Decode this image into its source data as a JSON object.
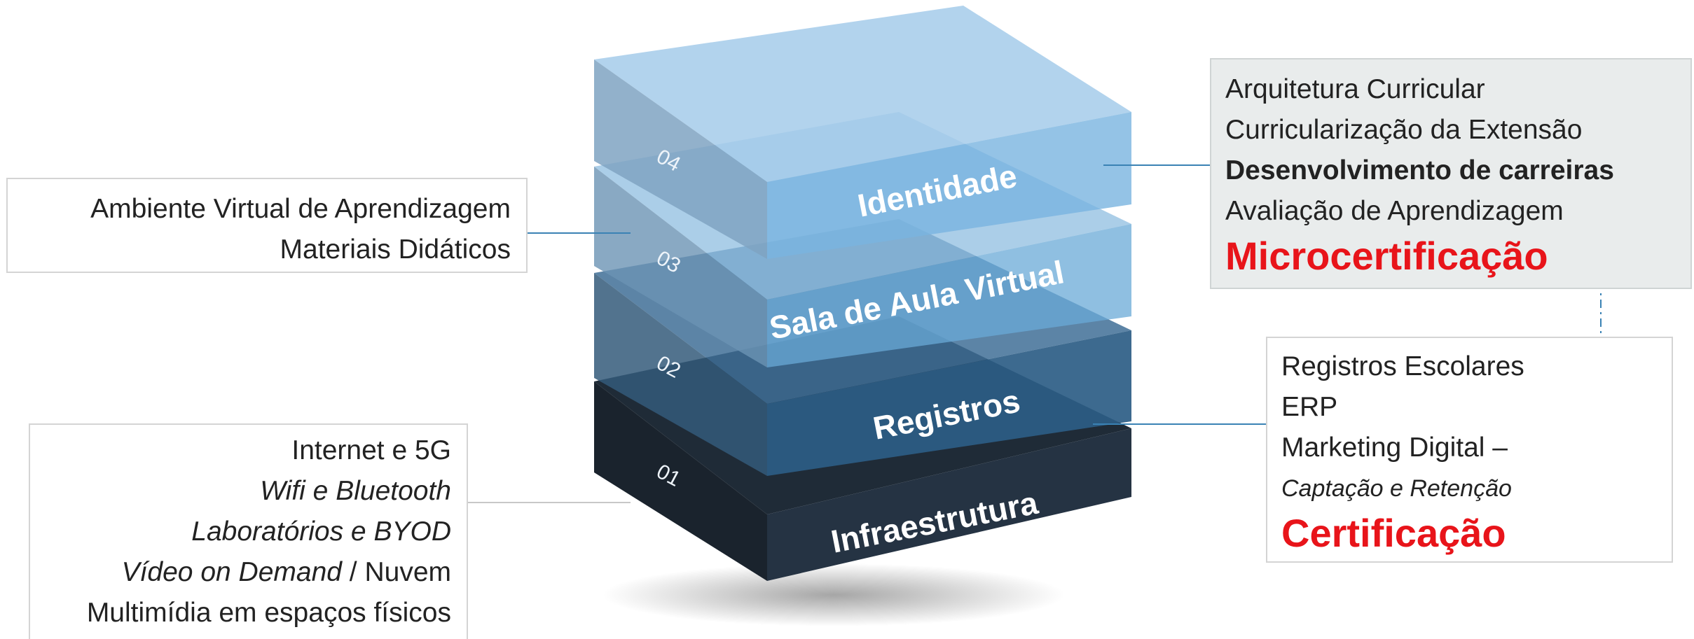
{
  "layers": [
    {
      "number": "04",
      "label": "Identidade"
    },
    {
      "number": "03",
      "label": "Sala de Aula Virtual"
    },
    {
      "number": "02",
      "label": "Registros"
    },
    {
      "number": "01",
      "label": "Infraestrutura"
    }
  ],
  "callout_left_top": {
    "lines": [
      "Ambiente Virtual de Aprendizagem",
      "Materiais Didáticos"
    ]
  },
  "callout_left_bottom": {
    "line1": "Internet e 5G",
    "line2": "Wifi e Bluetooth",
    "line3": "Laboratórios e BYOD",
    "line4_italic": "Vídeo on Demand",
    "line4_rest": " / Nuvem",
    "line5": "Multimídia em espaços físicos"
  },
  "callout_right_top": {
    "line1": "Arquitetura Curricular",
    "line2": "Curricularização da Extensão",
    "line3": "Desenvolvimento de carreiras",
    "line4": "Avaliação de Aprendizagem",
    "highlight": "Microcertificação"
  },
  "callout_right_bottom": {
    "line1": "Registros Escolares",
    "line2": "ERP",
    "line3": "Marketing Digital –",
    "line4": "Captação e Retenção",
    "highlight": "Certificação"
  },
  "colors": {
    "layer1_front": "#243140",
    "layer1_top": "#1e2a36",
    "layer2_front": "#2e5f86",
    "layer3_front": "#6aaad8",
    "layer4_front": "#7ab6e2",
    "highlight_red": "#e8141a",
    "connector": "#3a82b4"
  }
}
